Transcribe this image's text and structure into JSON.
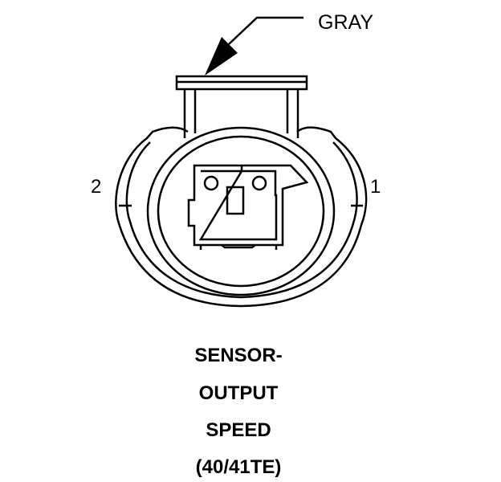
{
  "wire_color_label": "GRAY",
  "pins": {
    "left": "2",
    "right": "1"
  },
  "title_lines": [
    "SENSOR-",
    "OUTPUT",
    "SPEED",
    "(40/41TE)"
  ],
  "colors": {
    "ink": "#000000",
    "paper": "#ffffff"
  }
}
